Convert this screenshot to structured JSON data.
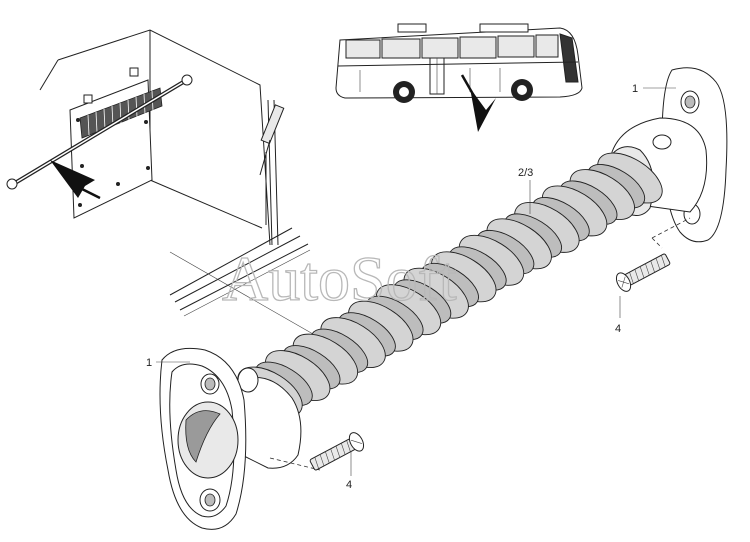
{
  "watermark": "AutoSoft",
  "callouts": {
    "top_flange": "1",
    "bottom_flange": "1",
    "bellows": "2/3",
    "right_screw": "4",
    "left_screw": "4"
  }
}
